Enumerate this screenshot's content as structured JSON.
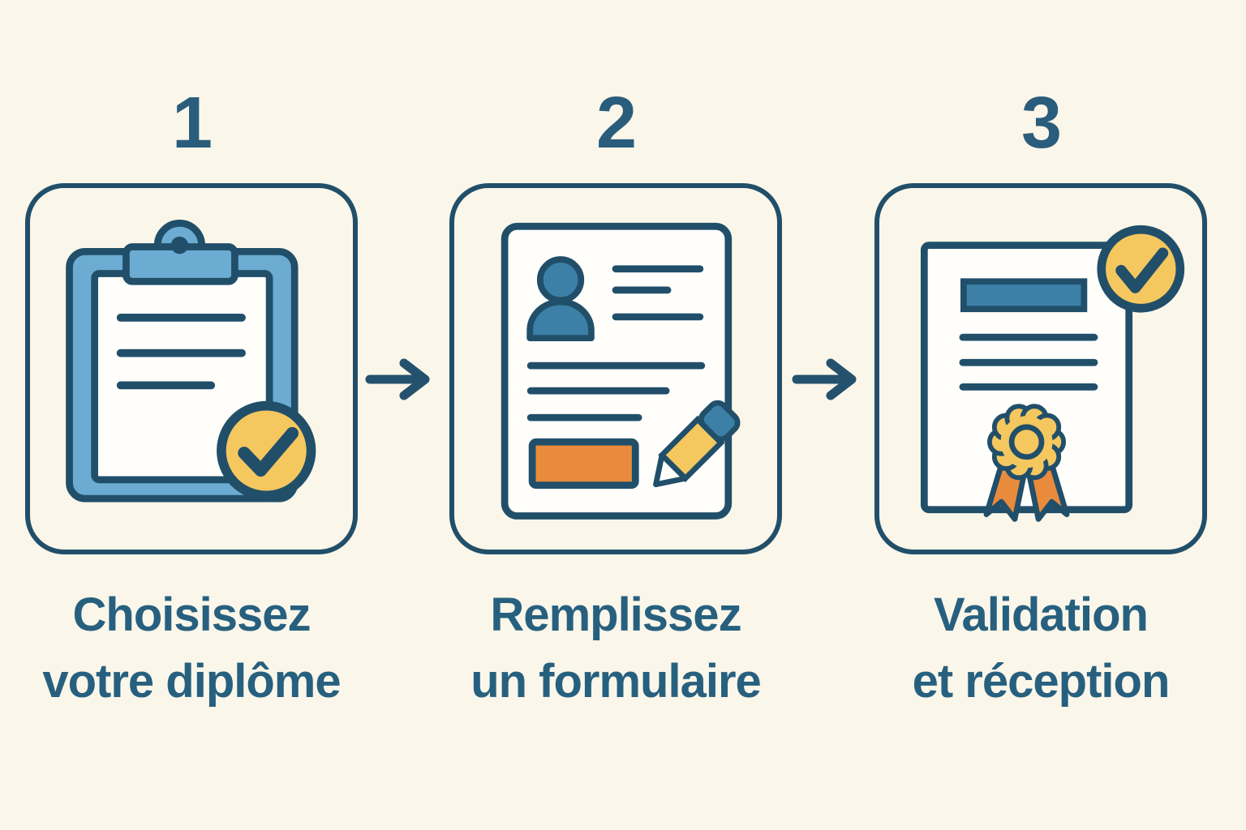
{
  "steps": [
    {
      "number": "1",
      "label_line1": "Choisissez",
      "label_line2": "votre diplôme",
      "icon": "clipboard-check-icon"
    },
    {
      "number": "2",
      "label_line1": "Remplissez",
      "label_line2": "un formulaire",
      "icon": "form-pencil-icon"
    },
    {
      "number": "3",
      "label_line1": "Validation",
      "label_line2": "et réception",
      "icon": "certificate-check-icon"
    }
  ],
  "arrows": [
    {
      "icon": "right-arrow-icon",
      "from": "1",
      "to": "2"
    },
    {
      "icon": "right-arrow-icon",
      "from": "2",
      "to": "3"
    }
  ],
  "colors": {
    "background": "#faf6e9",
    "outline_navy": "#214f6a",
    "text_navy": "#27607f",
    "light_blue": "#6cacd2",
    "steel_blue": "#3c80a8",
    "yellow": "#f5c75f",
    "orange": "#e98b3d",
    "paper_white": "#fffefb"
  }
}
